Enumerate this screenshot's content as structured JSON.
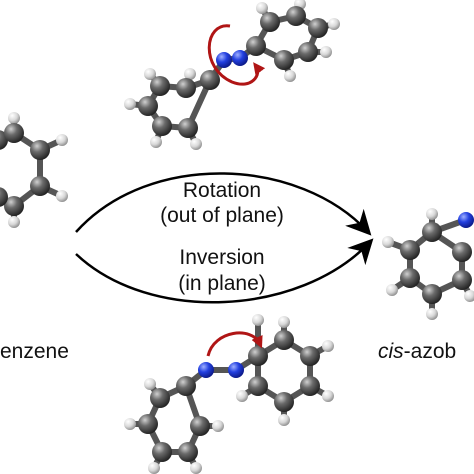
{
  "labels": {
    "rotation": "Rotation",
    "rotation_sub": "(out of plane)",
    "inversion": "Inversion",
    "inversion_sub": "(in plane)",
    "left_molecule": "enzene",
    "right_prefix": "cis",
    "right_rest": "-azob"
  },
  "colors": {
    "carbon": "#4a4a4a",
    "hydrogen": "#e6e6e6",
    "nitrogen": "#1f3fd6",
    "bond": "#555555",
    "arrow_red": "#b01515",
    "arrow_black": "#000000"
  }
}
